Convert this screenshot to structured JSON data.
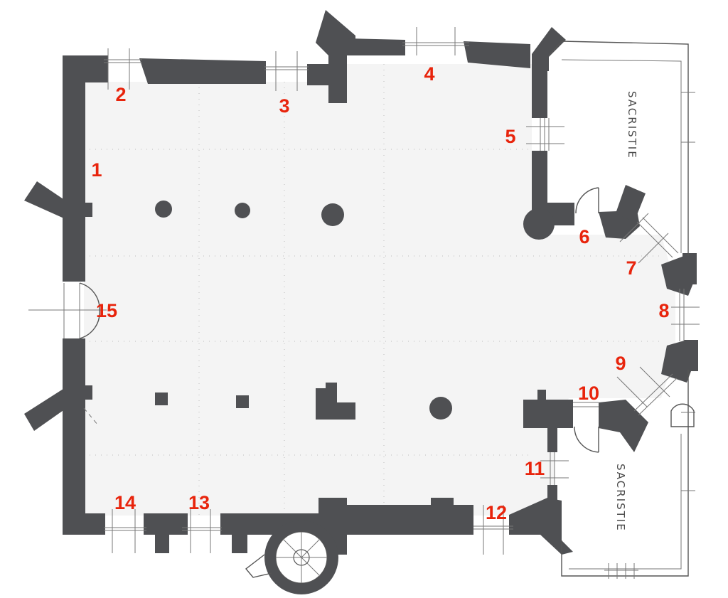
{
  "plan": {
    "room_labels": [
      "SACRISTIE",
      "SACRISTIE"
    ],
    "markers": [
      "1",
      "2",
      "3",
      "4",
      "5",
      "6",
      "7",
      "8",
      "9",
      "10",
      "11",
      "12",
      "13",
      "14",
      "15"
    ]
  },
  "colors": {
    "marker": "#e8240c",
    "wall": "#4f5053",
    "paper": "#ffffff"
  }
}
